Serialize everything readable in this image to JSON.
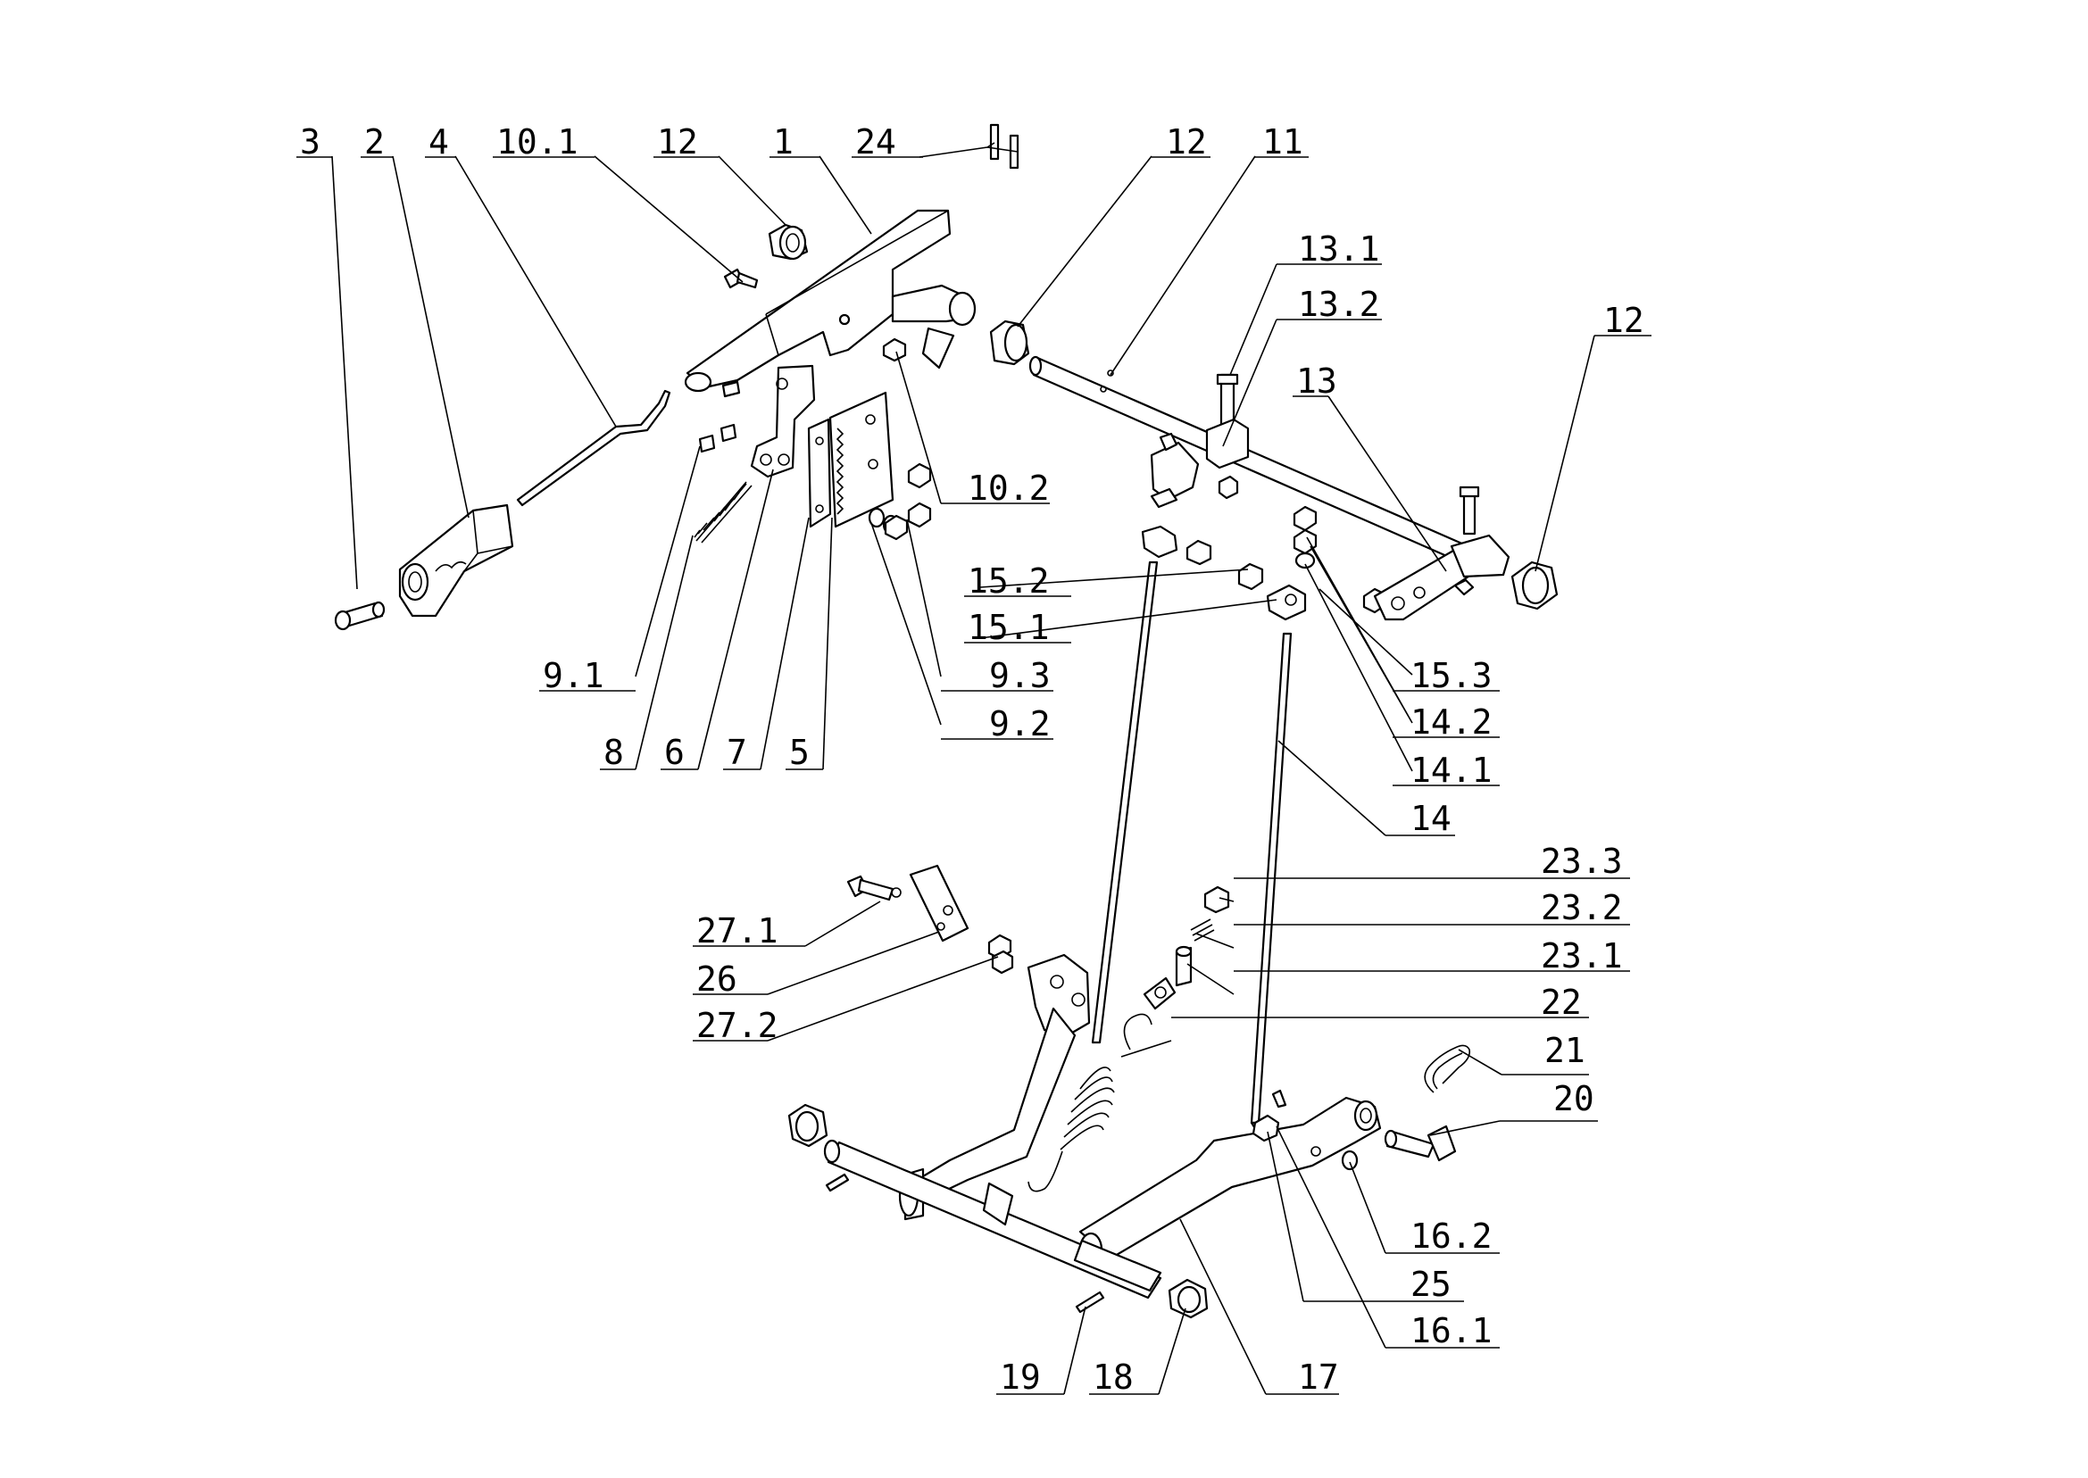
{
  "callouts": [
    {
      "id": "c3",
      "label": "3"
    },
    {
      "id": "c2",
      "label": "2"
    },
    {
      "id": "c4",
      "label": "4"
    },
    {
      "id": "c10_1",
      "label": "10.1"
    },
    {
      "id": "c12a",
      "label": "12"
    },
    {
      "id": "c1",
      "label": "1"
    },
    {
      "id": "c24",
      "label": "24"
    },
    {
      "id": "c12b",
      "label": "12"
    },
    {
      "id": "c11",
      "label": "11"
    },
    {
      "id": "c13_1",
      "label": "13.1"
    },
    {
      "id": "c13_2",
      "label": "13.2"
    },
    {
      "id": "c13",
      "label": "13"
    },
    {
      "id": "c12c",
      "label": "12"
    },
    {
      "id": "c10_2",
      "label": "10.2"
    },
    {
      "id": "c15_2",
      "label": "15.2"
    },
    {
      "id": "c15_1",
      "label": "15.1"
    },
    {
      "id": "c15_3",
      "label": "15.3"
    },
    {
      "id": "c9_3",
      "label": "9.3"
    },
    {
      "id": "c9_1",
      "label": "9.1"
    },
    {
      "id": "c14_2",
      "label": "14.2"
    },
    {
      "id": "c9_2",
      "label": "9.2"
    },
    {
      "id": "c8",
      "label": "8"
    },
    {
      "id": "c6",
      "label": "6"
    },
    {
      "id": "c7",
      "label": "7"
    },
    {
      "id": "c5",
      "label": "5"
    },
    {
      "id": "c14_1",
      "label": "14.1"
    },
    {
      "id": "c14",
      "label": "14"
    },
    {
      "id": "c23_3",
      "label": "23.3"
    },
    {
      "id": "c23_2",
      "label": "23.2"
    },
    {
      "id": "c27_1",
      "label": "27.1"
    },
    {
      "id": "c23_1",
      "label": "23.1"
    },
    {
      "id": "c26",
      "label": "26"
    },
    {
      "id": "c22",
      "label": "22"
    },
    {
      "id": "c27_2",
      "label": "27.2"
    },
    {
      "id": "c21",
      "label": "21"
    },
    {
      "id": "c20",
      "label": "20"
    },
    {
      "id": "c16_2",
      "label": "16.2"
    },
    {
      "id": "c25",
      "label": "25"
    },
    {
      "id": "c16_1",
      "label": "16.1"
    },
    {
      "id": "c19",
      "label": "19"
    },
    {
      "id": "c18",
      "label": "18"
    },
    {
      "id": "c17",
      "label": "17"
    }
  ]
}
